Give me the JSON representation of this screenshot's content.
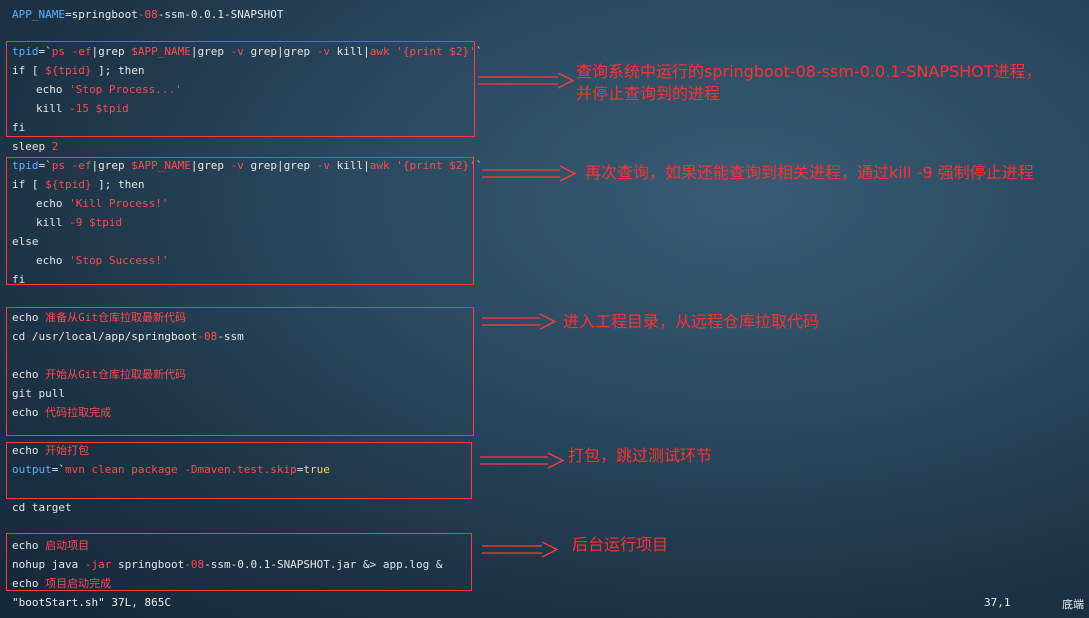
{
  "editor": {
    "file_status": "\"bootStart.sh\" 37L, 865C",
    "cursor_pos": "37,1",
    "scroll_pos": "底端"
  },
  "code": {
    "l1_var": "APP_NAME",
    "l1_eq": "=springboot",
    "l1_num": "-08",
    "l1_rest": "-ssm-0.0.1-SNAPSHOT",
    "tpid": "tpid",
    "eq_bt": "=`",
    "ps": "ps -ef",
    "pipe": "|",
    "grep": "grep",
    "app_var": " $APP_NAME",
    "grep_v": " -v ",
    "kill": "kill",
    "awk": "awk",
    "print_str": " '{print $2}'",
    "bt": "`",
    "if_kw": "if [ ",
    "tpid_ref": "${tpid}",
    "then_kw": " ]; then",
    "echo_kw": "echo ",
    "stop_proc": "'Stop Process...'",
    "kill_kw": "kill ",
    "kill15": "-15",
    "tpid_var": " $tpid",
    "fi": "fi",
    "sleep_kw": "sleep ",
    "sleep_n": "2",
    "kill_proc": "'Kill Process!'",
    "kill9": "-9",
    "else": "else",
    "stop_succ": "'Stop Success!'",
    "echo_prep": "准备从Git仓库拉取最新代码",
    "cd1_a": "cd /usr/local/app/springboot",
    "cd1_num": "-08",
    "cd1_b": "-ssm",
    "echo_start_pull": "开始从Git仓库拉取最新代码",
    "git_pull": "git pull",
    "echo_pull_done": "代码拉取完成",
    "echo_pack": "开始打包",
    "output": "output",
    "mvn": "mvn clean package -Dmaven.test.skip",
    "eq": "=",
    "true": "true",
    "cd_target": "cd target",
    "echo_launch": "启动项目",
    "nohup_a": "nohup java ",
    "jar_flag": "-jar",
    "nohup_b": " springboot",
    "nohup_num": "-08",
    "nohup_c": "-ssm-0.0.1-SNAPSHOT.jar &> app.log &",
    "echo_launched": "项目启动完成"
  },
  "notes": {
    "n1_a": "查询系统中运行的springboot-08-ssm-0.0.1-SNAPSHOT进程，",
    "n1_b": "并停止查询到的进程",
    "n2": "再次查询，如果还能查询到相关进程，通过kill -9 强制停止进程",
    "n3": "进入工程目录，从远程仓库拉取代码",
    "n4": "打包，跳过测试环节",
    "n5": "后台运行项目"
  },
  "colors": {
    "keyword": "#ff4a4a",
    "variable": "#5fb0ff",
    "annotation": "#ff3030",
    "text": "#e6e6e6"
  }
}
